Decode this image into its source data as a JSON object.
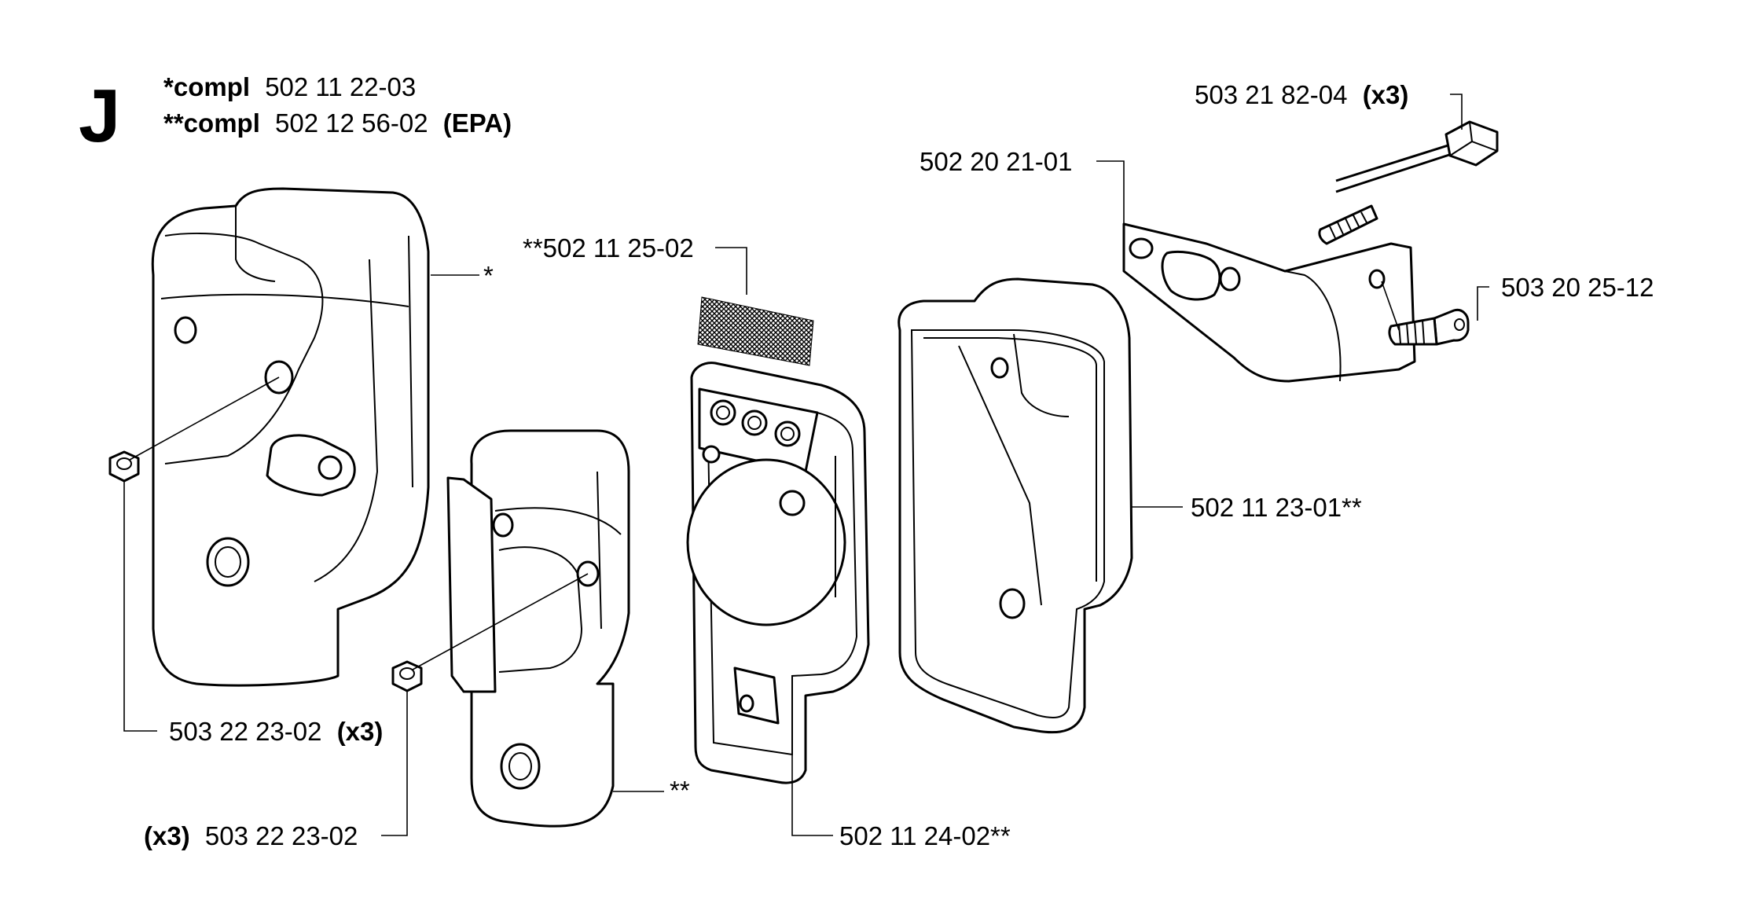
{
  "section": {
    "letter": "J"
  },
  "header": {
    "line1": {
      "prefix": "*compl",
      "number": "502 11 22-03"
    },
    "line2": {
      "prefix": "**compl",
      "number": "502 12 56-02",
      "suffix": "(EPA)"
    }
  },
  "callouts": {
    "bolt": {
      "number": "503 21 82-04",
      "qty": "(x3)"
    },
    "bracket": {
      "number": "502 20 21-01"
    },
    "screen": {
      "number": "**502 11 25-02"
    },
    "screw": {
      "number": "503 20 25-12"
    },
    "body": {
      "number": "502 11 23-01**"
    },
    "cover1": {
      "mark": "*"
    },
    "cover2": {
      "mark": "**"
    },
    "nut1": {
      "number": "503 22 23-02",
      "qty": "(x3)"
    },
    "nut2": {
      "qty": "(x3)",
      "number": "503 22 23-02"
    },
    "gasket": {
      "number": "502 11 24-02**"
    }
  }
}
